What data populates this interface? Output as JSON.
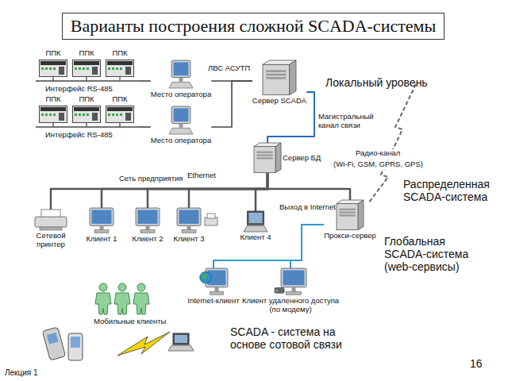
{
  "diagram": {
    "title": "Варианты построения сложной SCADA-системы",
    "nodes": [
      {
        "text": [
          "Интерфейс RS-485"
        ]
      },
      {
        "text": [
          "ППК"
        ],
        "in": 0
      },
      {
        "text": [
          "ППК"
        ],
        "in": 0
      },
      {
        "text": [
          "ППК"
        ],
        "in": 0
      },
      {
        "text": [
          "Место оператора"
        ]
      },
      {
        "text": [
          "Интерфейс RS-485"
        ]
      },
      {
        "text": [
          "ППК"
        ],
        "in": 5
      },
      {
        "text": [
          "ППК"
        ],
        "in": 5
      },
      {
        "text": [
          "ППК"
        ],
        "in": 5
      },
      {
        "text": [
          "Место оператора"
        ]
      },
      {
        "text": [
          "Сервер SCADA"
        ]
      },
      {
        "text": [
          "Сервер БД"
        ]
      },
      {
        "text": [
          "Сетевой принтер"
        ]
      },
      {
        "text": [
          "Клиент 1"
        ]
      },
      {
        "text": [
          "Клиент 2"
        ]
      },
      {
        "text": [
          "Клиент 3"
        ]
      },
      {
        "text": [
          "Клиент 4"
        ]
      },
      {
        "text": [
          "Прокси-сервер"
        ]
      },
      {
        "text": [
          "Internet-клиент"
        ]
      },
      {
        "text": [
          "Клиент удаленного доступа (по модему)"
        ]
      }
    ],
    "edges": [
      {
        "from": 0,
        "to": 4,
        "arrow": "none"
      },
      {
        "from": 5,
        "to": 9,
        "arrow": "none"
      },
      {
        "from": 4,
        "to": 10,
        "arrow": "none"
      },
      {
        "from": 9,
        "to": 10,
        "arrow": "none"
      },
      {
        "from": 10,
        "to": 11,
        "arrow": "none"
      },
      {
        "from": 11,
        "to": 12,
        "arrow": "none"
      },
      {
        "from": 11,
        "to": 13,
        "arrow": "none"
      },
      {
        "from": 11,
        "to": 14,
        "arrow": "none"
      },
      {
        "from": 11,
        "to": 15,
        "arrow": "none"
      },
      {
        "from": 11,
        "to": 16,
        "arrow": "none"
      },
      {
        "from": 11,
        "to": 17,
        "arrow": "none"
      },
      {
        "from": 17,
        "to": 18,
        "arrow": "none"
      },
      {
        "from": 17,
        "to": 19,
        "arrow": "none"
      }
    ],
    "labels": [
      "ЛВС АСУТП",
      "Локальный уровень",
      "Магистральный канал связи",
      "Радио-канал",
      "(Wi-Fi, GSM, GPRS, GPS)",
      "Сеть предприятия",
      "Ethernet",
      "Распределенная SCADA-система",
      "Выход в Internet",
      "Глобальная SCADA-система (web-сервисы)",
      "Мобильные клиенты",
      "SCADA - система на основе сотовой связи",
      "Лекция 1",
      "16"
    ]
  }
}
